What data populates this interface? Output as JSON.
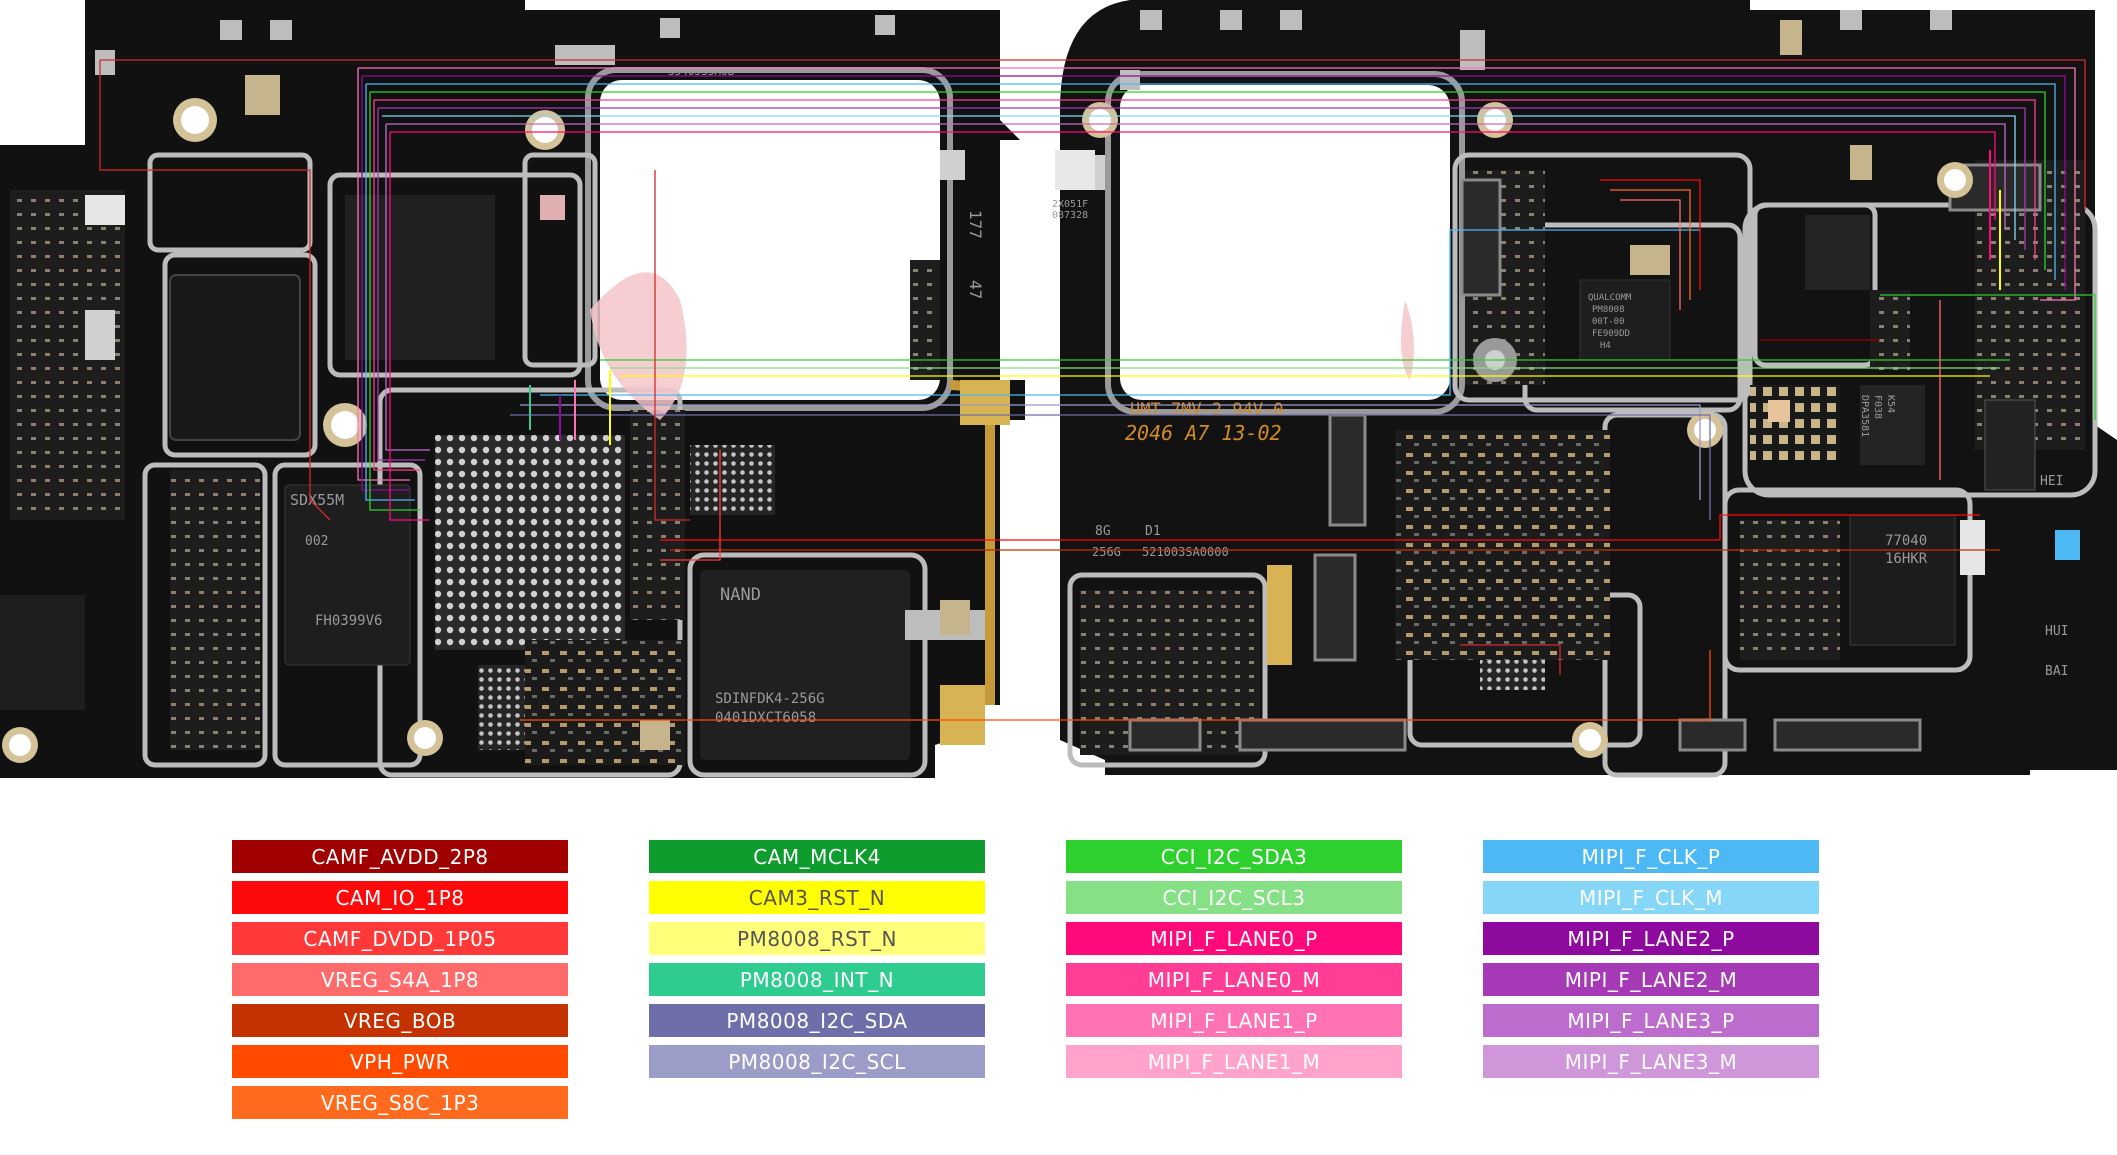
{
  "board_labels": {
    "cam_chip": "3540J35M0B",
    "model_line1": "UMT 7MV-2 94V-0",
    "model_line2": "2046 A7 13-02",
    "mem_label1": "8G",
    "mem_label2": "D1",
    "mem_label3": "256G",
    "mem_code": "521003SA0000",
    "nand_label": "NAND",
    "sdinfo": "SDINFDK4-256G",
    "sdinfo2": "0401DXCT6058",
    "sdx": "SDX55M",
    "sdx_code": "002",
    "fh": "FH0399V6",
    "qualcomm_pm": "QUALCOMM",
    "pm_code1": "PM8008",
    "pm_code2": "00T-00",
    "pm_code3": "FE909DD",
    "pm_code4": "H4",
    "chip_77": "77040",
    "chip_16": "16HKR",
    "dpa": "DPA3581",
    "dpa2": "F038",
    "dpa3": "K54",
    "hei": "HEI",
    "hui": "HUI",
    "bai": "BAI",
    "num_177": "177",
    "num_47": "47",
    "qr_code_text": "2X051F",
    "qr_code_text2": "087328"
  },
  "legend": [
    [
      {
        "label": "CAMF_AVDD_2P8",
        "color": "#a00000"
      },
      {
        "label": "CAM_IO_1P8",
        "color": "#ff0a0a"
      },
      {
        "label": "CAMF_DVDD_1P05",
        "color": "#ff3838"
      },
      {
        "label": "VREG_S4A_1P8",
        "color": "#ff6b6b"
      },
      {
        "label": "VREG_BOB",
        "color": "#c33200"
      },
      {
        "label": "VPH_PWR",
        "color": "#ff4a00"
      },
      {
        "label": "VREG_S8C_1P3",
        "color": "#ff6a1f"
      }
    ],
    [
      {
        "label": "CAM_MCLK4",
        "color": "#0e9c2e"
      },
      {
        "label": "CAM3_RST_N",
        "color": "#ffff00"
      },
      {
        "label": "PM8008_RST_N",
        "color": "#ffff7a"
      },
      {
        "label": "PM8008_INT_N",
        "color": "#2ecc8e"
      },
      {
        "label": "PM8008_I2C_SDA",
        "color": "#6e6eaa"
      },
      {
        "label": "PM8008_I2C_SCL",
        "color": "#9c9cc8"
      }
    ],
    [
      {
        "label": "CCI_I2C_SDA3",
        "color": "#2ed02e"
      },
      {
        "label": "CCI_I2C_SCL3",
        "color": "#86e086"
      },
      {
        "label": "MIPI_F_LANE0_P",
        "color": "#ff0a7a"
      },
      {
        "label": "MIPI_F_LANE0_M",
        "color": "#ff3d94"
      },
      {
        "label": "MIPI_F_LANE1_P",
        "color": "#ff72b4"
      },
      {
        "label": "MIPI_F_LANE1_M",
        "color": "#ffa2cc"
      }
    ],
    [
      {
        "label": "MIPI_F_CLK_P",
        "color": "#4cb8f4"
      },
      {
        "label": "MIPI_F_CLK_M",
        "color": "#86d6f8"
      },
      {
        "label": "MIPI_F_LANE2_P",
        "color": "#8e0a9e"
      },
      {
        "label": "MIPI_F_LANE2_M",
        "color": "#a63ab6"
      },
      {
        "label": "MIPI_F_LANE3_P",
        "color": "#bc6ccc"
      },
      {
        "label": "MIPI_F_LANE3_M",
        "color": "#cf96d9"
      }
    ]
  ]
}
